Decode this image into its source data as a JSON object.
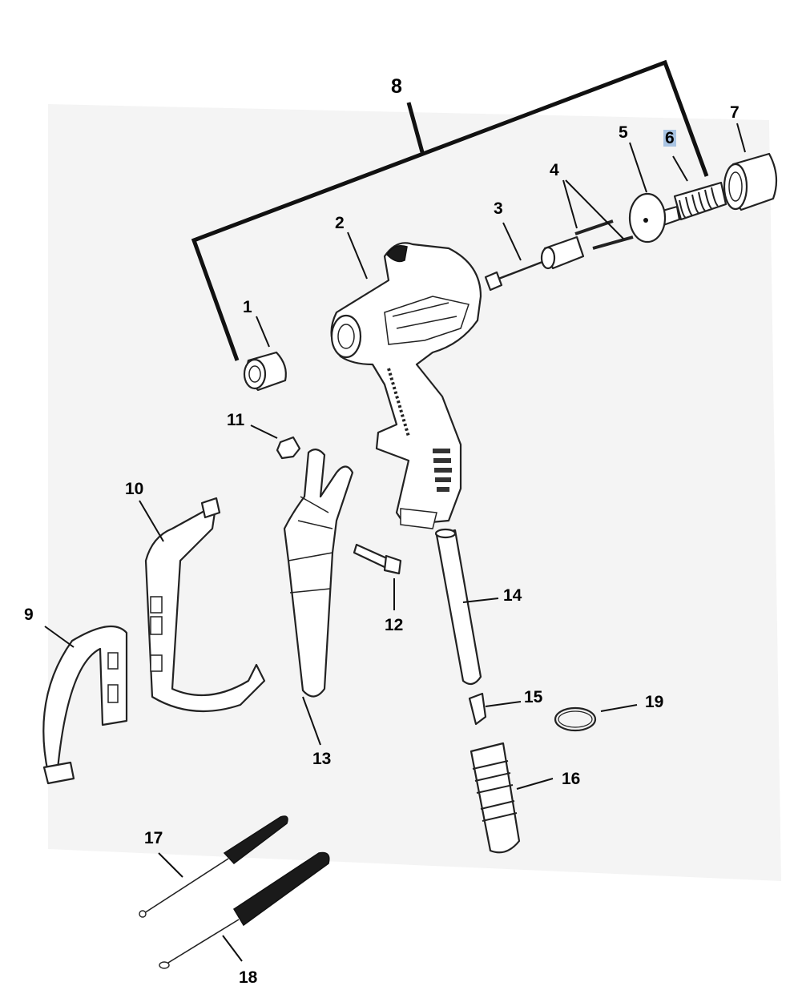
{
  "callouts": {
    "c1": "1",
    "c2": "2",
    "c3": "3",
    "c4": "4",
    "c5": "5",
    "c6": "6",
    "c7": "7",
    "c8": "8",
    "c9": "9",
    "c10": "10",
    "c11": "11",
    "c12": "12",
    "c13": "13",
    "c14": "14",
    "c15": "15",
    "c16": "16",
    "c17": "17",
    "c18": "18",
    "c19": "19"
  },
  "highlight_color": "#a9c4e3",
  "background_shade": "#f4f4f4"
}
